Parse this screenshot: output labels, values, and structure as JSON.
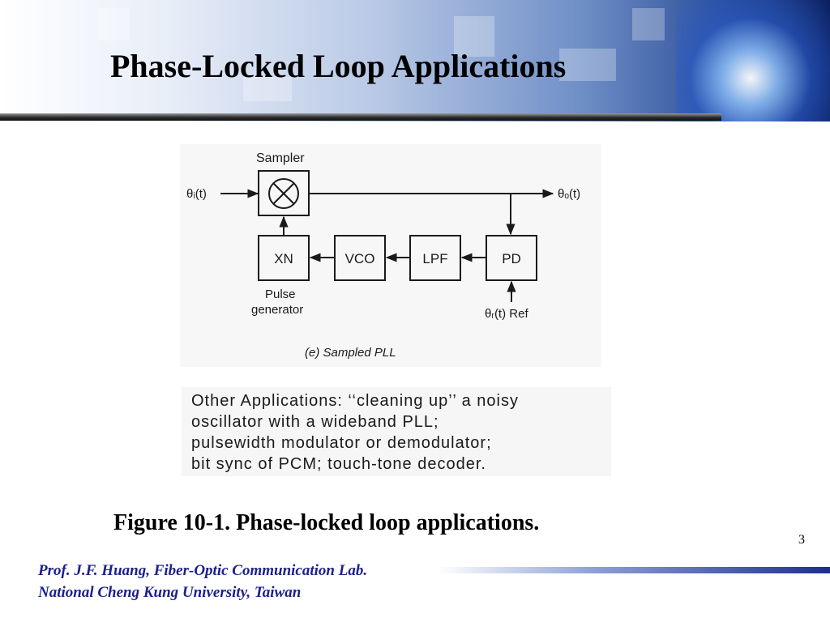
{
  "slide": {
    "title": "Phase-Locked Loop Applications",
    "page_number": "3",
    "caption": "Figure 10-1. Phase-locked loop applications."
  },
  "diagram": {
    "sampler_label": "Sampler",
    "input_label": "θᵢ(t)",
    "output_label": "θₒ(t)",
    "xn_label": "XN",
    "vco_label": "VCO",
    "lpf_label": "LPF",
    "pd_label": "PD",
    "pulse_label_1": "Pulse",
    "pulse_label_2": "generator",
    "ref_label": "θᵣ(t) Ref",
    "subcaption": "(e) Sampled PLL"
  },
  "other_applications": {
    "lines": [
      "Other Applications: ‘‘cleaning up’’ a noisy",
      "oscillator with a wideband PLL;",
      "pulsewidth modulator or demodulator;",
      "bit sync of PCM; touch-tone decoder."
    ]
  },
  "footer": {
    "line1": "Prof. J.F. Huang, Fiber-Optic Communication Lab.",
    "line2": "National Cheng Kung University, Taiwan"
  },
  "colors": {
    "footer_text": "#1b1f8c",
    "banner_dark": "#0b1f5e"
  }
}
